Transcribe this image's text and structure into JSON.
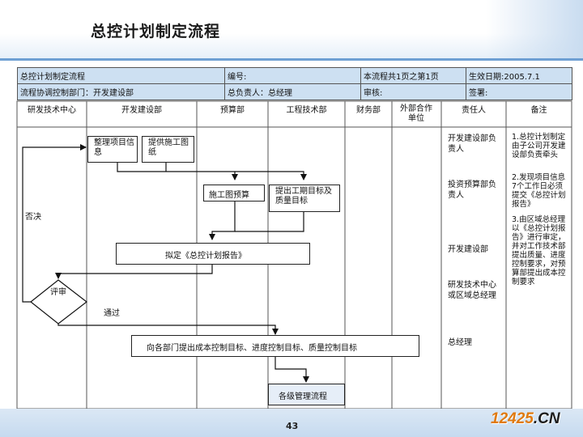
{
  "page": {
    "title": "总控计划制定流程",
    "page_number": "43",
    "logo_main": "12425",
    "logo_suffix": ".CN"
  },
  "header": {
    "row1": {
      "process_name": "总控计划制定流程",
      "number_label": "编号:",
      "pages": "本流程共1页之第1页",
      "effective_date": "生效日期:2005.7.1"
    },
    "row2": {
      "coordinator": "流程协调控制部门：开发建设部",
      "owner": "总负责人：总经理",
      "review_label": "审核:",
      "sign_label": "签署:"
    }
  },
  "columns": [
    {
      "id": "rd",
      "label": "研发技术中心"
    },
    {
      "id": "dev",
      "label": "开发建设部"
    },
    {
      "id": "budget",
      "label": "预算部"
    },
    {
      "id": "eng",
      "label": "工程技术部"
    },
    {
      "id": "fin",
      "label": "财务部"
    },
    {
      "id": "ext",
      "label": "外部合作单位"
    },
    {
      "id": "resp",
      "label": "责任人"
    },
    {
      "id": "remark",
      "label": "备注"
    }
  ],
  "nodes": {
    "collect": "整理项目信息",
    "provide": "提供施工图纸",
    "budget_drawing": "施工图预算",
    "eng_targets": "提出工期目标及质量目标",
    "draft_report": "拟定《总控计划报告》",
    "review": "评审",
    "issue_targets": "向各部门提出成本控制目标、进度控制目标、质量控制目标",
    "mgmt_process": "各级管理流程"
  },
  "edge_labels": {
    "reject": "否决",
    "pass": "通过"
  },
  "responsible": [
    "开发建设部负责人",
    "投资预算部负责人",
    "开发建设部",
    "研发技术中心或区域总经理",
    "总经理"
  ],
  "remarks": [
    "1.总控计划制定由子公司开发建设部负责牵头",
    "2.发现项目信息7个工作日必须提交《总控计划报告》",
    "3.由区域总经理以《总控计划报告》进行审定，并对工作技术部提出质量、进度控制要求，对预算部提出成本控制要求"
  ]
}
